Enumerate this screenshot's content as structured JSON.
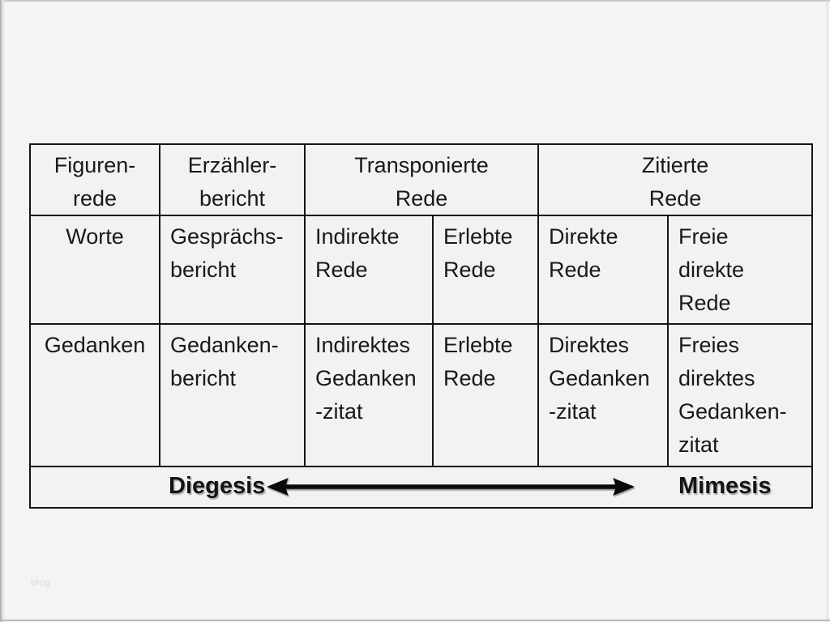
{
  "page": {
    "watermark": "blog"
  },
  "colors": {
    "background": "#f4f4f4",
    "table_background": "#f2f2f2",
    "table_border": "#141414",
    "text": "#191919",
    "frame_line": "#bdbdbd",
    "watermark_text": "#d9d9d9"
  },
  "table": {
    "header_cells": [
      "Figuren-\nrede",
      "Erzähler-\nbericht",
      "Transponierte\nRede",
      "Zitierte\nRede"
    ],
    "rows": [
      {
        "cells": [
          "Worte",
          "Gesprächs-\nbericht",
          "Indirekte\nRede",
          "Erlebte\nRede",
          "Direkte\nRede",
          "Freie\ndirekte\nRede"
        ]
      },
      {
        "cells": [
          "Gedanken",
          "Gedanken-\nbericht",
          "Indirektes\nGedanken\n-zitat",
          "Erlebte\nRede",
          "Direktes\nGedanken\n-zitat",
          "Freies\ndirektes\nGedanken-\nzitat"
        ]
      }
    ],
    "footer": {
      "diegesis": "Diegesis",
      "mimesis": "Mimesis"
    }
  }
}
